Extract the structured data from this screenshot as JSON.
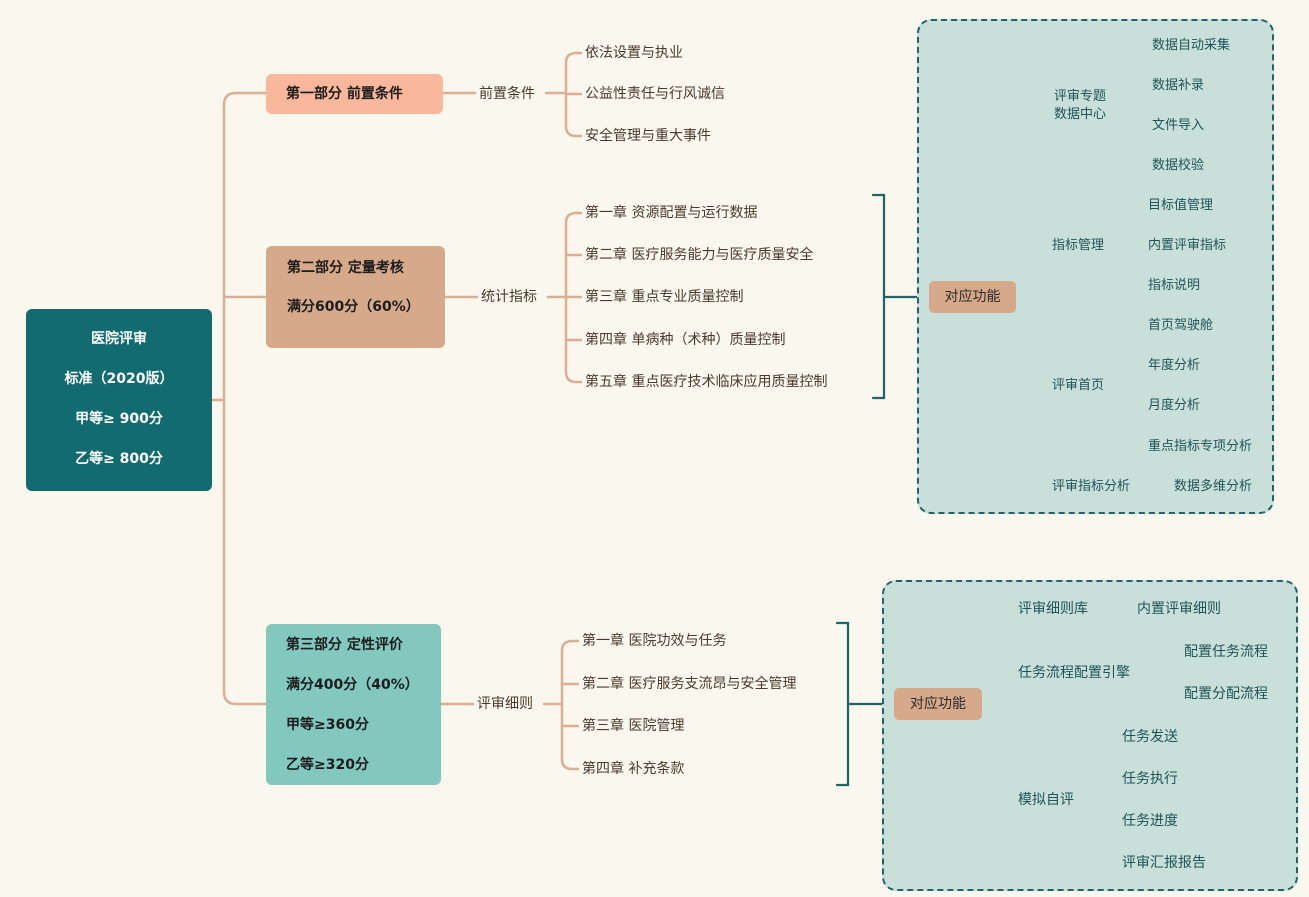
{
  "root": {
    "lines": [
      "医院评审",
      "标准（2020版）",
      "甲等≥ 900分",
      "乙等≥ 800分"
    ]
  },
  "part1": {
    "title": "第一部分 前置条件",
    "label": "前置条件",
    "items": [
      "依法设置与执业",
      "公益性责任与行风诚信",
      "安全管理与重大事件"
    ]
  },
  "part2": {
    "title": "第二部分 定量考核",
    "score": "满分600分（60%）",
    "label": "统计指标",
    "items": [
      "第一章 资源配置与运行数据",
      "第二章 医疗服务能力与医疗质量安全",
      "第三章 重点专业质量控制",
      "第四章 单病种（术种）质量控制",
      "第五章 重点医疗技术临床应用质量控制"
    ]
  },
  "part3": {
    "title": "第三部分 定性评价",
    "score": "满分400分（40%）",
    "grade_a": "甲等≥360分",
    "grade_b": "乙等≥320分",
    "label": "评审细则",
    "items": [
      "第一章 医院功效与任务",
      "第二章 医疗服务支流昂与安全管理",
      "第三章 医院管理",
      "第四章 补充条款"
    ]
  },
  "func_top": {
    "label": "对应功能",
    "groups": [
      {
        "name_lines": [
          "评审专题",
          "数据中心"
        ],
        "items": [
          "数据自动采集",
          "数据补录",
          "文件导入",
          "数据校验"
        ]
      },
      {
        "name": "指标管理",
        "items": [
          "目标值管理",
          "内置评审指标",
          "指标说明"
        ]
      },
      {
        "name": "评审首页",
        "items": [
          "首页驾驶舱",
          "年度分析",
          "月度分析",
          "重点指标专项分析"
        ]
      },
      {
        "name": "评审指标分析",
        "items": [
          "数据多维分析"
        ]
      }
    ]
  },
  "func_bottom": {
    "label": "对应功能",
    "groups": [
      {
        "name": "评审细则库",
        "items": [
          "内置评审细则"
        ]
      },
      {
        "name": "任务流程配置引擎",
        "items": [
          "配置任务流程",
          "配置分配流程"
        ]
      },
      {
        "name": "模拟自评",
        "items": [
          "任务发送",
          "任务执行",
          "任务进度",
          "评审汇报报告"
        ]
      }
    ]
  },
  "colors": {
    "background": "#f9f7ee",
    "root": "#116b6f",
    "part1": "#f9b79b",
    "part2": "#d6a98a",
    "part3": "#82c8bf",
    "panel": "#c9dfda",
    "panel_line": "#1e6468",
    "branch_line": "#dcae92"
  }
}
